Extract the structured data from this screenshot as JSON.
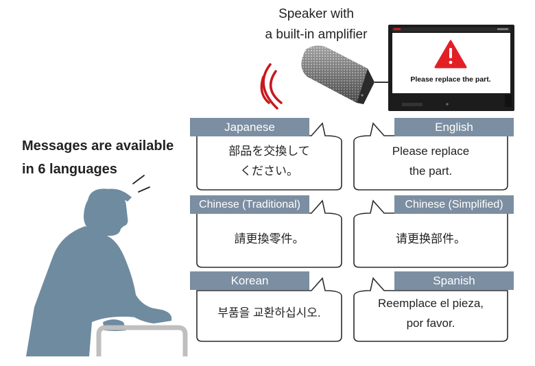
{
  "speaker_caption": {
    "line1": "Speaker with",
    "line2": "a built-in amplifier"
  },
  "monitor": {
    "message": "Please replace the part."
  },
  "headline": {
    "line1": "Messages are available",
    "line2": "in 6 languages"
  },
  "languages": [
    {
      "label": "Japanese",
      "line1": "部品を交換して",
      "line2": "ください。"
    },
    {
      "label": "English",
      "line1": "Please replace",
      "line2": "the part."
    },
    {
      "label": "Chinese (Traditional)",
      "line1": "請更換零件。",
      "line2": ""
    },
    {
      "label": "Chinese (Simplified)",
      "line1": "请更换部件。",
      "line2": ""
    },
    {
      "label": "Korean",
      "line1": "부품을 교환하십시오.",
      "line2": ""
    },
    {
      "label": "Spanish",
      "line1": "Reemplace el pieza,",
      "line2": "por favor."
    }
  ],
  "colors": {
    "tag_bg": "#7c8ea1",
    "worker": "#6f8ba0",
    "alert_red": "#e31f26",
    "sound_waves": "#c8191f"
  }
}
